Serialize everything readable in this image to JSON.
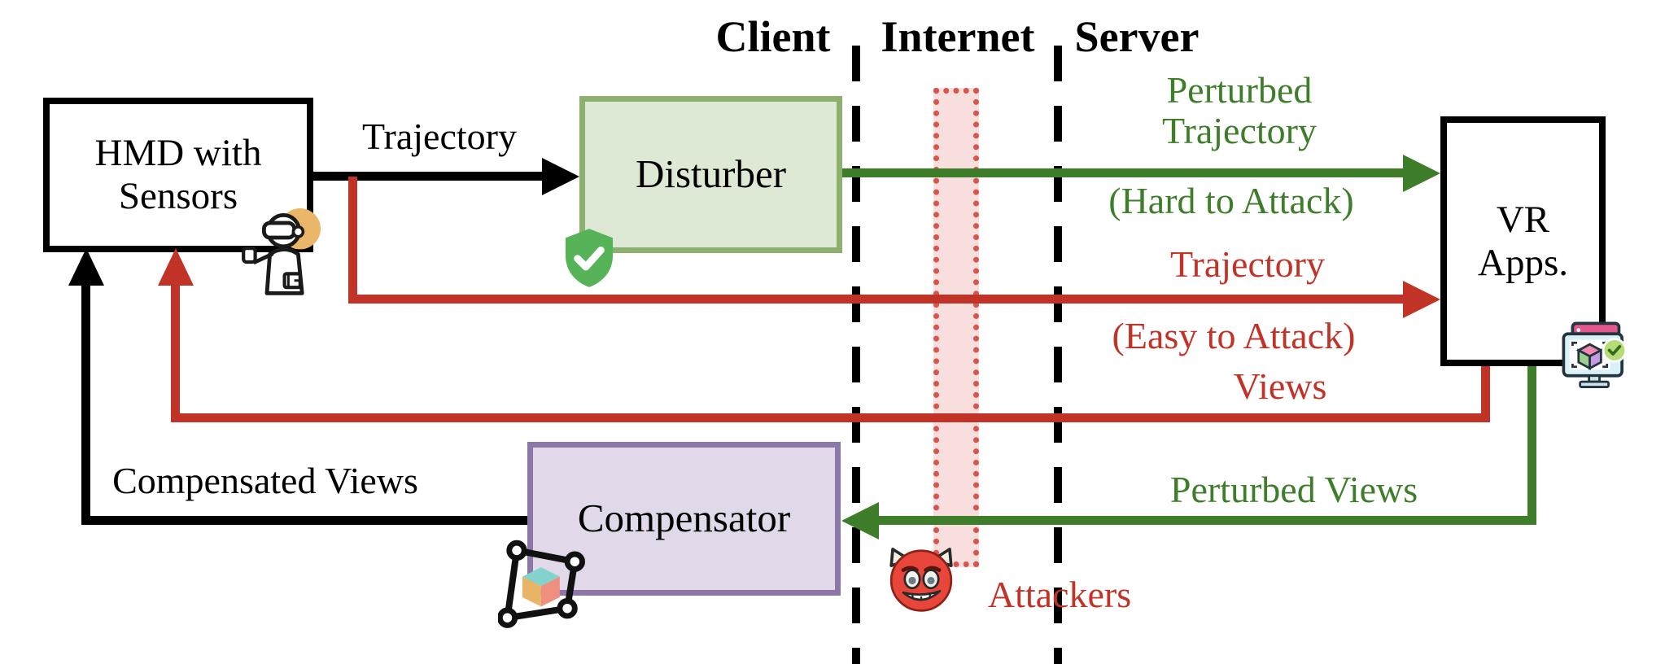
{
  "diagram_title": "VR trajectory privacy defense pipeline (Client / Internet / Server)",
  "palette": {
    "safe_green": "#3e7d29",
    "attack_red": "#c13327",
    "wire_black": "#000000",
    "disturber_fill": "#dde9d4",
    "disturber_border": "#8db06f",
    "compensator_fill": "#e1d9e9",
    "compensator_border": "#8d77a8",
    "attack_band_fill": "#f8dfdd",
    "attack_band_border": "#d9544a"
  },
  "zones": {
    "client": "Client",
    "internet": "Internet",
    "server": "Server"
  },
  "nodes": {
    "hmd": {
      "label": "HMD with Sensors"
    },
    "disturber": {
      "label": "Disturber"
    },
    "vr_apps": {
      "label": "VR Apps."
    },
    "compensator": {
      "label": "Compensator"
    }
  },
  "edges": {
    "trajectory_out": {
      "label": "Trajectory"
    },
    "perturbed_trajectory": {
      "label": "Perturbed Trajectory",
      "note": "(Hard to Attack)"
    },
    "raw_trajectory": {
      "label": "Trajectory",
      "note": "(Easy to Attack)"
    },
    "views": {
      "label": "Views"
    },
    "perturbed_views": {
      "label": "Perturbed Views"
    },
    "compensated_views": {
      "label": "Compensated Views"
    }
  },
  "attackers": {
    "label": "Attackers"
  },
  "icons": {
    "hmd_user": "person-wearing-vr-headset-icon",
    "disturber_shield": "shield-check-icon",
    "vr_apps_monitor": "monitor-vr-cube-check-icon",
    "compensator_mesh": "warped-mesh-cube-icon",
    "attacker_devil": "devil-face-icon"
  }
}
